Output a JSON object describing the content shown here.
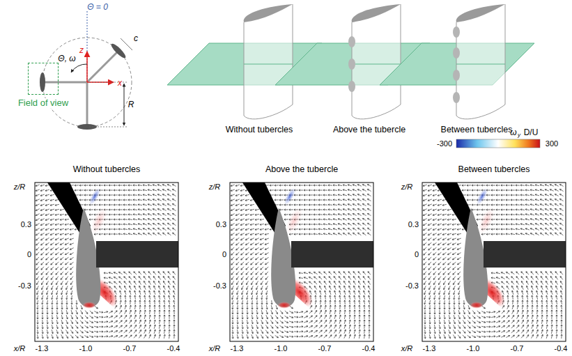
{
  "diagram": {
    "nodes": [
      {
        "text": [
          "Field of view"
        ]
      }
    ],
    "labels": [
      "Θ = 0",
      "z",
      "x",
      "Θ, ω",
      "c",
      "R",
      "Without tubercles",
      "Above the tubercle",
      "Between tubercles",
      "-300",
      "ω",
      "y",
      "D/U",
      "300",
      "Without tubercles",
      "z/R",
      "0.3",
      "0",
      "-0.3",
      "-1.3",
      "-1.0",
      "-0.7",
      "-0.4",
      "x/R",
      "Above the tubercle",
      "z/R",
      "0.3",
      "0",
      "-0.3",
      "-1.3",
      "-1.0",
      "-0.7",
      "-0.4",
      "x/R",
      "Between tubercles",
      "z/R",
      "0.3",
      "0",
      "-0.3",
      "-1.3",
      "-1.0",
      "-0.7",
      "-0.4",
      "x/R"
    ]
  }
}
